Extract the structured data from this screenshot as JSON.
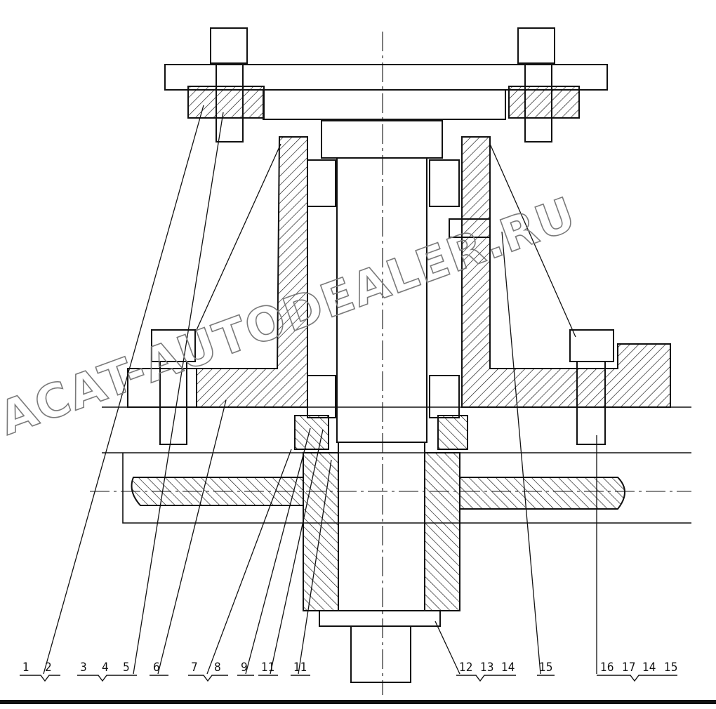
{
  "callouts": [
    {
      "label": "1"
    },
    {
      "label": "2"
    },
    {
      "label": "3"
    },
    {
      "label": "4"
    },
    {
      "label": "5"
    },
    {
      "label": "6"
    },
    {
      "label": "7"
    },
    {
      "label": "8"
    },
    {
      "label": "9"
    },
    {
      "label": "11"
    },
    {
      "label": "11"
    },
    {
      "label": "12"
    },
    {
      "label": "13"
    },
    {
      "label": "14"
    },
    {
      "label": "15"
    },
    {
      "label": "16"
    },
    {
      "label": "17"
    },
    {
      "label": "14"
    },
    {
      "label": "15"
    }
  ],
  "watermark": {
    "text": "ACAT-AUTODEALER.RU"
  },
  "colors": {
    "ink": "#111111",
    "background": "#ffffff"
  }
}
